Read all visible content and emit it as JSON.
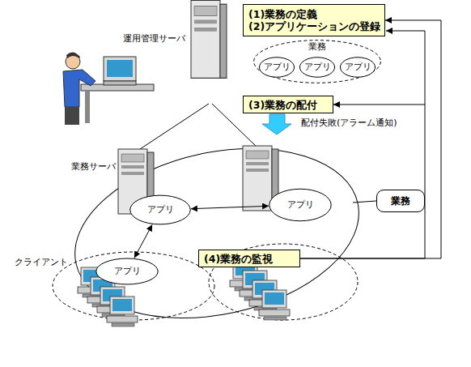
{
  "diagram": {
    "nodes": [
      {
        "text": [
          "(1)業務の定義",
          "(2)アプリケーションの登録"
        ]
      },
      {
        "text": [
          "業務"
        ]
      },
      {
        "text": [
          "アプリ"
        ],
        "in": 1
      },
      {
        "text": [
          "アプリ"
        ],
        "in": 1
      },
      {
        "text": [
          "アプリ"
        ],
        "in": 1
      },
      {
        "text": [
          "(3)業務の配付"
        ]
      },
      {
        "text": [
          "アプリ"
        ]
      },
      {
        "text": [
          "アプリ"
        ]
      },
      {
        "text": [
          "アプリ"
        ]
      },
      {
        "text": [
          "(4)業務の監視"
        ]
      },
      {
        "text": [
          "業務"
        ]
      }
    ],
    "edges": [
      {
        "from": 6,
        "to": 7,
        "arrow": "both"
      },
      {
        "from": 6,
        "to": 8,
        "arrow": "both"
      },
      {
        "from": 9,
        "to": 0,
        "arrow": "to"
      },
      {
        "from": 9,
        "to": 5,
        "label": "配付失敗(アラーム通知)",
        "arrow": "to"
      }
    ],
    "labels": [
      "運用管理サーバ",
      "業務サーバ",
      "クライアント"
    ]
  }
}
